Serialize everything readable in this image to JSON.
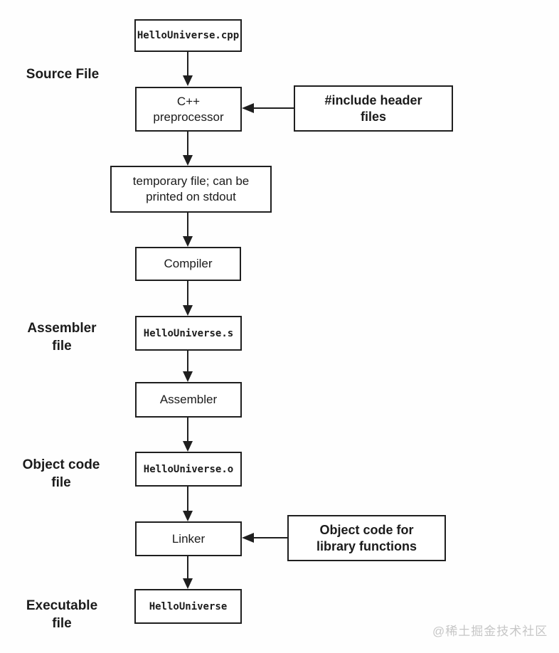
{
  "flowchart": {
    "nodes": [
      {
        "label": "HelloUniverse.cpp"
      },
      {
        "label": "C++\npreprocessor"
      },
      {
        "label": "temporary file; can be\nprinted on stdout"
      },
      {
        "label": "Compiler"
      },
      {
        "label": "HelloUniverse.s"
      },
      {
        "label": "Assembler"
      },
      {
        "label": "HelloUniverse.o"
      },
      {
        "label": "Linker"
      },
      {
        "label": "HelloUniverse"
      }
    ],
    "side_inputs": [
      {
        "label": "#include header\nfiles"
      },
      {
        "label": "Object code for\nlibrary functions"
      }
    ],
    "stage_labels": [
      {
        "label": "Source File"
      },
      {
        "label": "Assembler\nfile"
      },
      {
        "label": "Object code\nfile"
      },
      {
        "label": "Executable\nfile"
      }
    ],
    "watermark": "@稀土掘金技术社区",
    "colors": {
      "line": "#1f1f1f",
      "border": "#1f1f1f",
      "text": "#1b1b1b",
      "watermark": "#c6c6c6",
      "background": "#fefefe"
    }
  }
}
